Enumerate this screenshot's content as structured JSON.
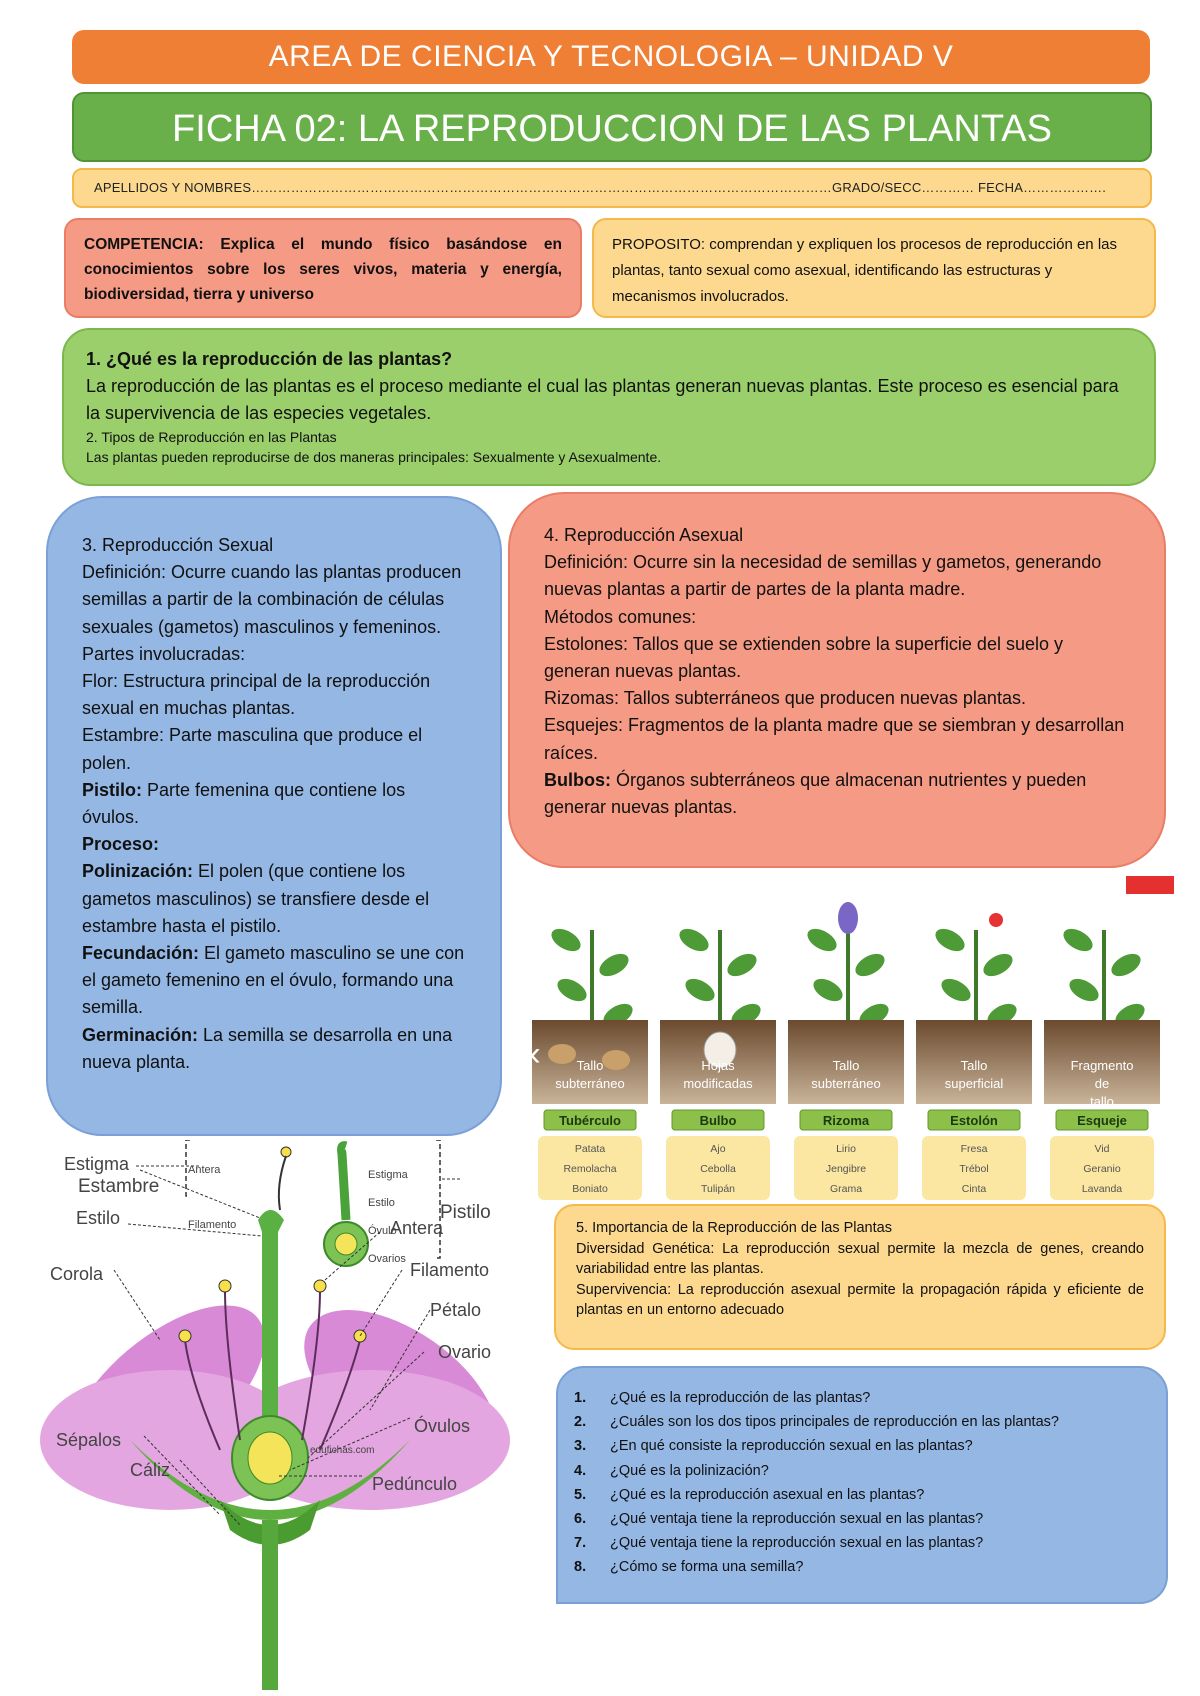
{
  "header": {
    "area_title": "AREA DE CIENCIA Y TECNOLOGIA –  UNIDAD  V",
    "ficha_title": "FICHA 02: LA REPRODUCCION DE LAS PLANTAS",
    "student_line": "APELLIDOS Y NOMBRES……………………………………………………………………………………………………………………GRADO/SECC………… FECHA………………."
  },
  "competencia": {
    "label": "COMPETENCIA:",
    "text": " Explica el mundo físico basándose en conocimientos sobre los seres vivos, materia y energía, biodiversidad, tierra y universo"
  },
  "proposito": {
    "text": "PROPOSITO: comprendan y expliquen los procesos de reproducción en las plantas, tanto sexual como asexual, identificando las estructuras y mecanismos involucrados."
  },
  "seccion1": {
    "heading": "1. ¿Qué es la reproducción de las plantas?",
    "body": "La reproducción de las plantas es el proceso mediante el cual las plantas generan nuevas plantas. Este proceso es esencial para la supervivencia de las especies vegetales.",
    "tipos_heading": "2. Tipos de Reproducción en las Plantas",
    "tipos_body": "Las plantas pueden reproducirse de dos maneras principales: Sexualmente y Asexualmente."
  },
  "sexual": {
    "heading": "3. Reproducción Sexual",
    "def": "Definición: Ocurre cuando las plantas producen semillas a partir de la combinación de células sexuales (gametos) masculinos y femeninos.",
    "partes": "Partes involucradas:",
    "flor": "Flor: Estructura principal de la reproducción sexual en muchas plantas.",
    "estambre": "Estambre: Parte masculina que produce el polen.",
    "pistilo_label": "Pistilo:",
    "pistilo": " Parte femenina que contiene los óvulos.",
    "proceso": "Proceso:",
    "polinizacion_label": "Polinización:",
    "polinizacion": " El polen (que contiene los gametos masculinos) se transfiere desde el estambre hasta el pistilo.",
    "fecundacion_label": "Fecundación:",
    "fecundacion": " El gameto masculino se une con el gameto femenino en el óvulo, formando una semilla.",
    "germinacion_label": "Germinación:",
    "germinacion": " La semilla se desarrolla en una nueva planta."
  },
  "asexual": {
    "heading": "4. Reproducción Asexual",
    "def": "Definición: Ocurre sin la necesidad de semillas y gametos, generando nuevas plantas a partir de partes de la planta madre.",
    "metodos": "Métodos comunes:",
    "estolones": "Estolones: Tallos que se extienden sobre la superficie del suelo y generan nuevas plantas.",
    "rizomas": "Rizomas: Tallos subterráneos que producen nuevas plantas.",
    "esquejes": "Esquejes: Fragmentos de la planta madre que se siembran y desarrollan raíces.",
    "bulbos_label": "Bulbos:",
    "bulbos": " Órganos subterráneos que almacenan nutrientes y pueden generar nuevas plantas."
  },
  "plant_types": [
    {
      "soil_label": "Tallo subterráneo",
      "name": "Tubérculo",
      "examples": [
        "Patata",
        "Remolacha",
        "Boniato"
      ]
    },
    {
      "soil_label": "Hojas modificadas",
      "name": "Bulbo",
      "examples": [
        "Ajo",
        "Cebolla",
        "Tulipán"
      ]
    },
    {
      "soil_label": "Tallo subterráneo",
      "name": "Rizoma",
      "examples": [
        "Lirio",
        "Jengibre",
        "Grama"
      ]
    },
    {
      "soil_label": "Tallo superficial",
      "name": "Estolón",
      "examples": [
        "Fresa",
        "Trébol",
        "Cinta"
      ]
    },
    {
      "soil_label": "Fragmento de tallo",
      "name": "Esqueje",
      "examples": [
        "Vid",
        "Geranio",
        "Lavanda"
      ]
    }
  ],
  "importancia": {
    "heading": "5. Importancia de la Reproducción de las Plantas",
    "diversidad": "Diversidad Genética: La reproducción sexual permite la mezcla de genes, creando variabilidad entre las plantas.",
    "supervivencia": "Supervivencia: La reproducción asexual permite la propagación rápida y eficiente de plantas en un entorno adecuado"
  },
  "preguntas": [
    {
      "n": "1.",
      "q": "¿Qué es la reproducción de las plantas?"
    },
    {
      "n": "2.",
      "q": "¿Cuáles son los dos tipos principales de reproducción en las plantas?"
    },
    {
      "n": "3.",
      "q": "¿En qué consiste la reproducción sexual en las plantas?"
    },
    {
      "n": "4.",
      "q": "¿Qué es la polinización?"
    },
    {
      "n": "5.",
      "q": "¿Qué es la reproducción asexual en las plantas?"
    },
    {
      "n": "6.",
      "q": "¿Qué ventaja tiene la reproducción sexual en las plantas?"
    },
    {
      "n": "7.",
      "q": "¿Qué ventaja tiene la reproducción sexual en las plantas?"
    },
    {
      "n": "8.",
      "q": "¿Cómo se forma una semilla?"
    }
  ],
  "flower": {
    "estambre": "Estambre",
    "antera_small": "Antera",
    "filamento_small": "Filamento",
    "estigma_small": "Estigma",
    "estilo_small": "Estilo",
    "ovulo_small": "Óvulo",
    "ovarios_small": "Ovarios",
    "pistilo": "Pistilo",
    "estigma": "Estigma",
    "estilo": "Estilo",
    "corola": "Corola",
    "sepalos": "Sépalos",
    "caliz": "Cáliz",
    "antera": "Antera",
    "filamento": "Filamento",
    "petalo": "Pétalo",
    "ovario": "Ovario",
    "ovulos": "Óvulos",
    "pedunculo": "Pedúnculo",
    "watermark": "edufichas.com"
  },
  "colors": {
    "orange": "#ef7f35",
    "green": "#6ab04a",
    "salmon": "#f59a84",
    "yellow": "#fcd98f",
    "blue": "#95b7e4",
    "petal": "#d98ad6"
  }
}
